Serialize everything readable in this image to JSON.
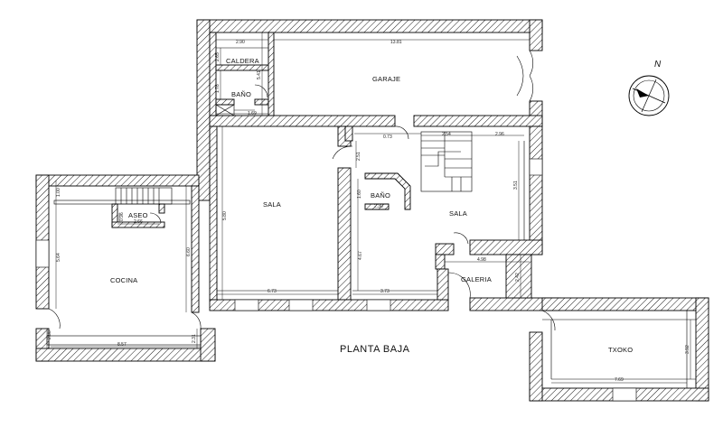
{
  "plan": {
    "title": "PLANTA BAJA",
    "north": "N",
    "rooms": {
      "caldera": "CALDERA",
      "bano_top": "BAÑO",
      "garaje": "GARAJE",
      "sala_left": "SALA",
      "bano_mid": "BAÑO",
      "sala_right": "SALA",
      "aseo": "ASEO",
      "cocina": "COCINA",
      "galeria": "GALERIA",
      "txoko": "TXOKO"
    },
    "dimensions": {
      "d_caldera_w": "2.90",
      "d_garaje_w": "13.81",
      "d_caldera_h": "2.65",
      "d_bano_h": "1.78",
      "d_garaje_h": "5.41",
      "d_bano_w": "1.69",
      "d_door_w": "0.73",
      "d_stair_w1": "2.54",
      "d_stair_w2": "2.96",
      "d_sala_r_h1": "2.51",
      "d_sala_r_h2": "3.51",
      "d_bano_mid_h": "1.60",
      "d_bano_mid_w": "2.30",
      "d_sala_l_h": "5.80",
      "d_cocina_top": "1.00",
      "d_cocina_h": "5.64",
      "d_aseo_h": "0.96",
      "d_aseo_w": "2.66",
      "d_cocina_w2": "6.60",
      "d_sala_r_h3": "4.67",
      "d_galeria_w": "4.98",
      "d_galeria_h": "2.42",
      "d_sala_l_w": "6.73",
      "d_sala_r_w": "3.73",
      "d_cocina_lh": "2.38",
      "d_cocina_w": "8.57",
      "d_step": "2.31",
      "d_txoko_h": "3.92",
      "d_txoko_w": "7.69"
    }
  }
}
